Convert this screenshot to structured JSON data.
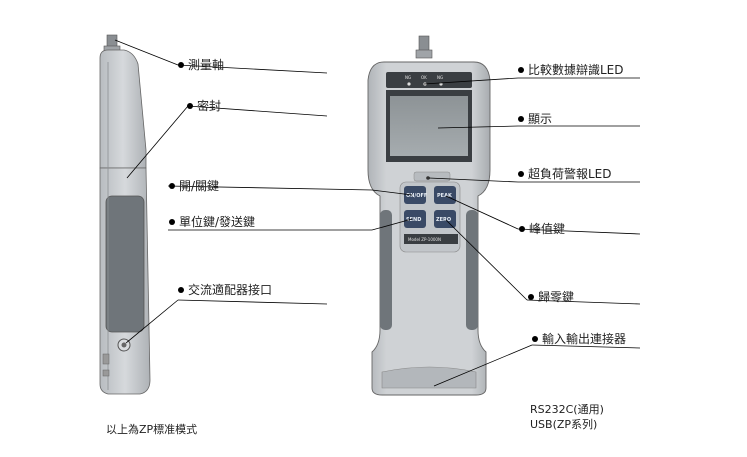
{
  "labels": {
    "sensor_shaft": "測量軸",
    "seal": "密封",
    "power_key": "開/關鍵",
    "unit_send_key": "單位鍵/發送鍵",
    "ac_adapter_port": "交流適配器接口",
    "compare_led": "比較數據辯識LED",
    "display": "顯示",
    "overload_led": "超負荷警報LED",
    "peak_key": "峰值鍵",
    "zero_key": "歸零鍵",
    "io_connector": "輸入輸出連接器"
  },
  "device": {
    "led_labels": [
      "NG",
      "OK",
      "NG"
    ],
    "key_onoff": "ON/OFF",
    "key_peak": "PEAK",
    "key_send": "SEND",
    "key_zero": "ZERO",
    "model": "Model ZP-1000N"
  },
  "captions": {
    "standard_note": "以上為ZP標准模式",
    "rs232c": "RS232C(通用)",
    "usb": "USB(ZP系列)"
  },
  "colors": {
    "body": "#c4c8cc",
    "screen": "#9aa0a3",
    "keys": "#3a4a66",
    "leader": "#000000"
  }
}
